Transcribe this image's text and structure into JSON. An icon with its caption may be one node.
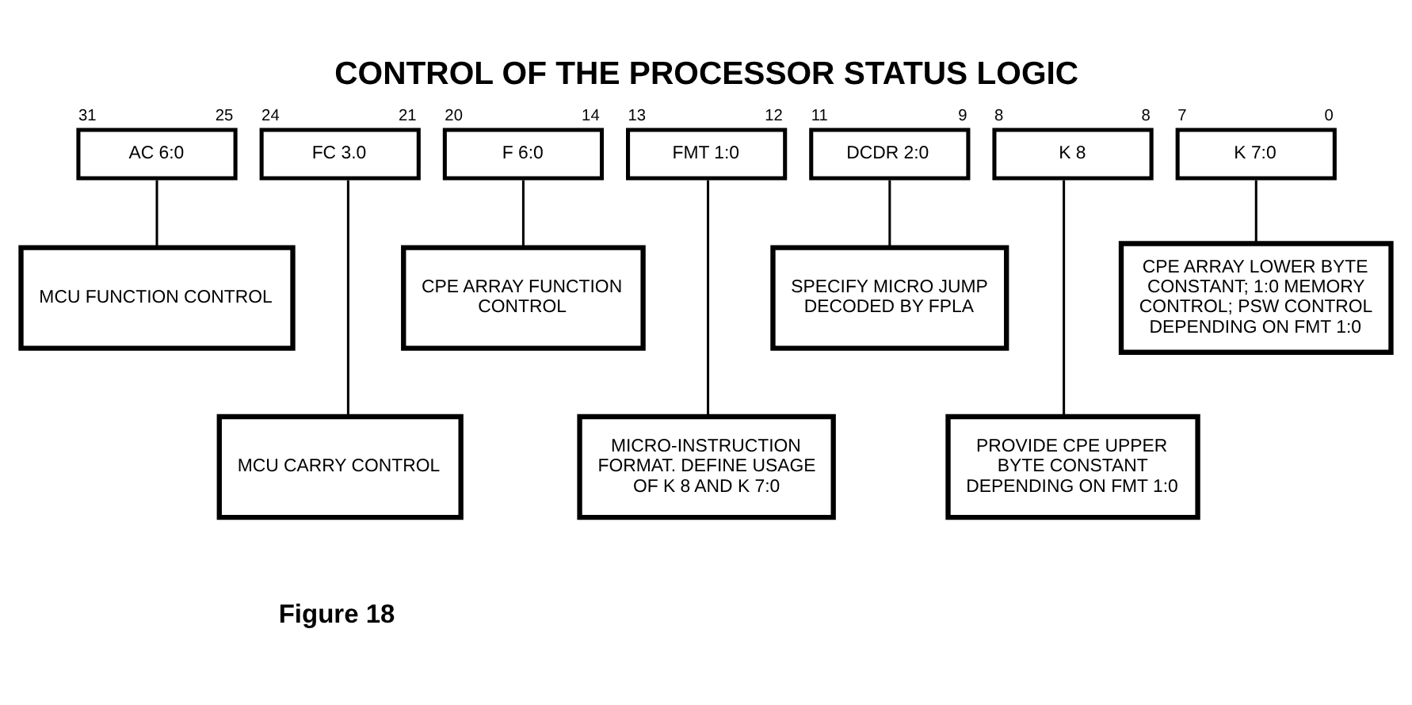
{
  "diagram": {
    "title": "CONTROL OF THE PROCESSOR STATUS LOGIC",
    "caption": "Figure 18",
    "nodes": [
      {
        "text": [
          "AC 6:0"
        ],
        "beside": [
          "31",
          "25"
        ]
      },
      {
        "text": [
          "FC 3.0"
        ],
        "beside": [
          "24",
          "21"
        ]
      },
      {
        "text": [
          "F 6:0"
        ],
        "beside": [
          "20",
          "14"
        ]
      },
      {
        "text": [
          "FMT 1:0"
        ],
        "beside": [
          "13",
          "12"
        ]
      },
      {
        "text": [
          "DCDR 2:0"
        ],
        "beside": [
          "11",
          "9"
        ]
      },
      {
        "text": [
          "K 8"
        ],
        "beside": [
          "8",
          "8"
        ]
      },
      {
        "text": [
          "K 7:0"
        ],
        "beside": [
          "7",
          "0"
        ]
      },
      {
        "text": [
          "MCU FUNCTION CONTROL"
        ]
      },
      {
        "text": [
          "MCU CARRY CONTROL"
        ]
      },
      {
        "text": [
          "CPE ARRAY FUNCTION CONTROL"
        ]
      },
      {
        "text": [
          "MICRO-INSTRUCTION FORMAT. DEFINE USAGE OF K 8 AND K 7:0"
        ]
      },
      {
        "text": [
          "SPECIFY MICRO JUMP DECODED BY FPLA"
        ]
      },
      {
        "text": [
          "PROVIDE CPE UPPER BYTE CONSTANT DEPENDING ON FMT 1:0"
        ]
      },
      {
        "text": [
          "CPE ARRAY LOWER BYTE CONSTANT; 1:0 MEMORY CONTROL; PSW CONTROL DEPENDING ON FMT 1:0"
        ]
      }
    ],
    "edges": [
      {
        "from": 0,
        "to": 7,
        "arrow": "none"
      },
      {
        "from": 1,
        "to": 8,
        "arrow": "none"
      },
      {
        "from": 2,
        "to": 9,
        "arrow": "none"
      },
      {
        "from": 3,
        "to": 10,
        "arrow": "none"
      },
      {
        "from": 4,
        "to": 11,
        "arrow": "none"
      },
      {
        "from": 5,
        "to": 12,
        "arrow": "none"
      },
      {
        "from": 6,
        "to": 13,
        "arrow": "none"
      }
    ]
  }
}
